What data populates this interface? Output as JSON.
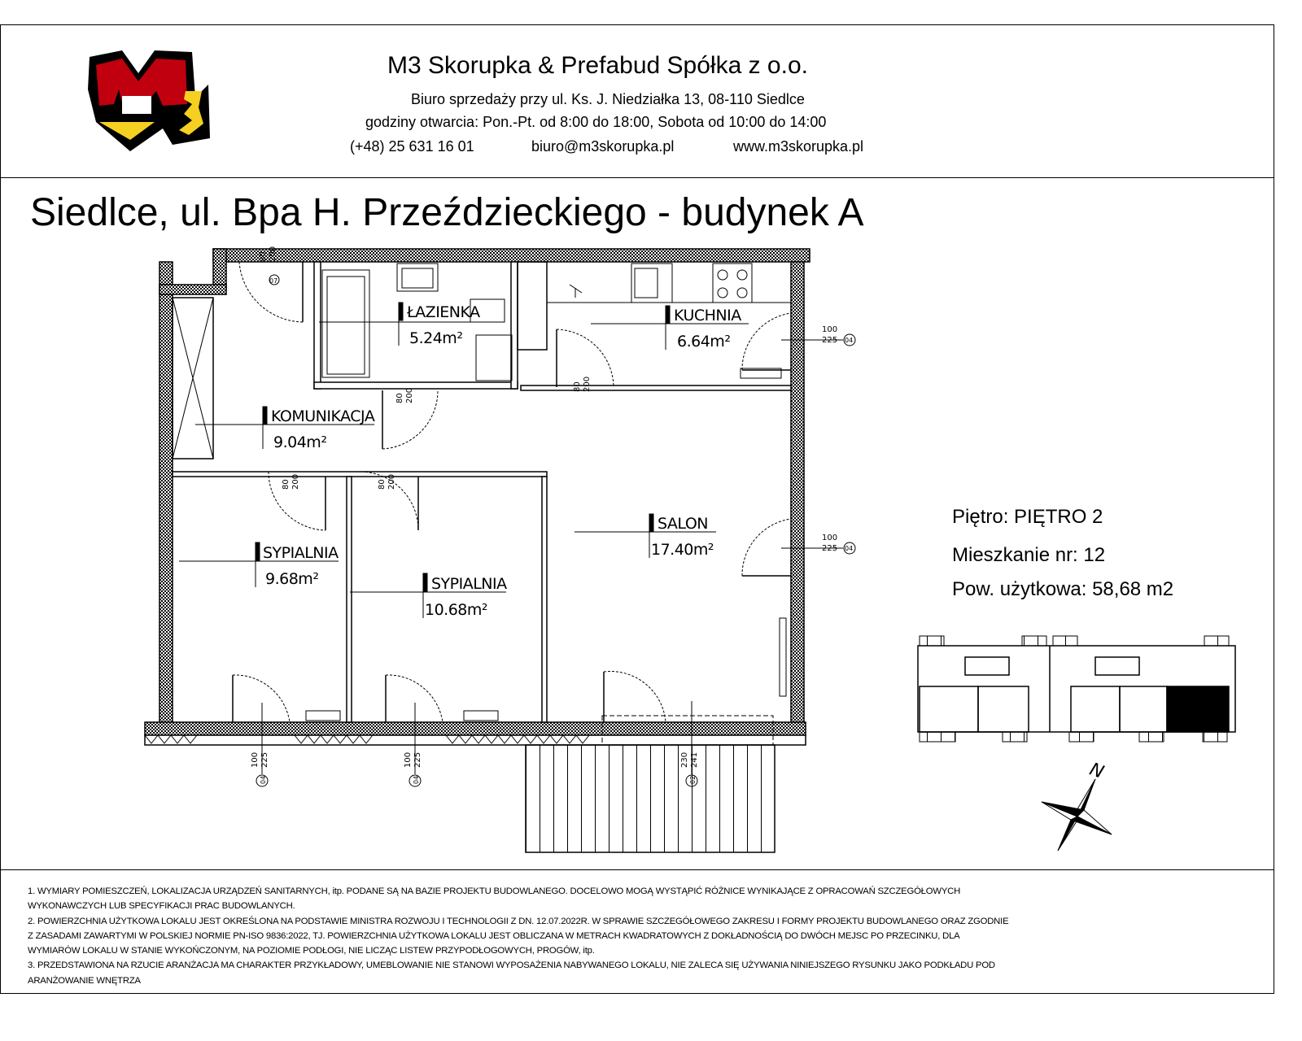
{
  "header": {
    "logo_text": "M3",
    "company": "M3 Skorupka & Prefabud Spółka z o.o.",
    "address": "Biuro sprzedaży przy ul. Ks. J. Niedziałka 13, 08-110 Siedlce",
    "hours": "godziny otwarcia: Pon.-Pt. od 8:00 do 18:00, Sobota od 10:00 do 14:00",
    "phone": "(+48) 25 631 16 01",
    "email": "biuro@m3skorupka.pl",
    "website": "www.m3skorupka.pl"
  },
  "title": "Siedlce, ul. Bpa H. Przeździeckiego - budynek A",
  "rooms": [
    {
      "name": "ŁAZIENKA",
      "area": "5.24m²"
    },
    {
      "name": "KUCHNIA",
      "area": "6.64m²"
    },
    {
      "name": "KOMUNIKACJA",
      "area": "9.04m²"
    },
    {
      "name": "SALON",
      "area": "17.40m²"
    },
    {
      "name": "SYPIALNIA",
      "area": "9.68m²"
    },
    {
      "name": "SYPIALNIA",
      "area": "10.68m²"
    }
  ],
  "doors": {
    "width": "80",
    "height": "200",
    "entrance_code": "07"
  },
  "windows": [
    {
      "width": "100",
      "height": "225",
      "code": "04"
    },
    {
      "width": "230",
      "height": "241",
      "code": "02"
    }
  ],
  "info": {
    "floor": "Piętro: PIĘTRO 2",
    "apartment": "Mieszkanie nr: 12",
    "area": "Pow. użytkowa: 58,68 m2"
  },
  "compass_label": "N",
  "notes": [
    "1. WYMIARY POMIESZCZEŃ, LOKALIZACJA URZĄDZEŃ SANITARNYCH, itp. PODANE SĄ NA BAZIE PROJEKTU BUDOWLANEGO. DOCELOWO MOGĄ WYSTĄPIĆ RÓŻNICE  WYNIKAJĄCE Z OPRACOWAŃ SZCZEGÓŁOWYCH",
    "WYKONAWCZYCH LUB SPECYFIKACJI PRAC BUDOWLANYCH.",
    "2. POWIERZCHNIA UŻYTKOWA LOKALU JEST OKREŚLONA NA PODSTAWIE MINISTRA ROZWOJU I TECHNOLOGII Z DN. 12.07.2022R. W SPRAWIE SZCZEGÓŁOWEGO ZAKRESU I FORMY PROJEKTU BUDOWLANEGO ORAZ ZGODNIE",
    "Z ZASADAMI ZAWARTYMI W POLSKIEJ NORMIE PN-ISO 9836:2022, TJ. POWIERZCHNIA UŻYTKOWA LOKALU JEST OBLICZANA W METRACH KWADRATOWYCH Z DOKŁADNOŚCIĄ DO DWÓCH MEJSC PO PRZECINKU, DLA",
    "WYMIARÓW LOKALU W STANIE WYKOŃCZONYM, NA POZIOMIE PODŁOGI, NIE LICZĄC LISTEW PRZYPODŁOGOWYCH, PROGÓW, itp.",
    "3. PRZEDSTAWIONA NA RZUCIE ARANŻACJA MA CHARAKTER PRZYKŁADOWY, UMEBLOWANIE NIE STANOWI WYPOSAŻENIA NABYWANEGO LOKALU, NIE ZALECA SIĘ UŻYWANIA NINIEJSZEGO RYSUNKU JAKO PODKŁADU POD",
    "ARANŻOWANIE WNĘTRZA"
  ],
  "colors": {
    "logo_red": "#c0000e",
    "logo_yellow": "#f5d020",
    "line": "#000000"
  }
}
